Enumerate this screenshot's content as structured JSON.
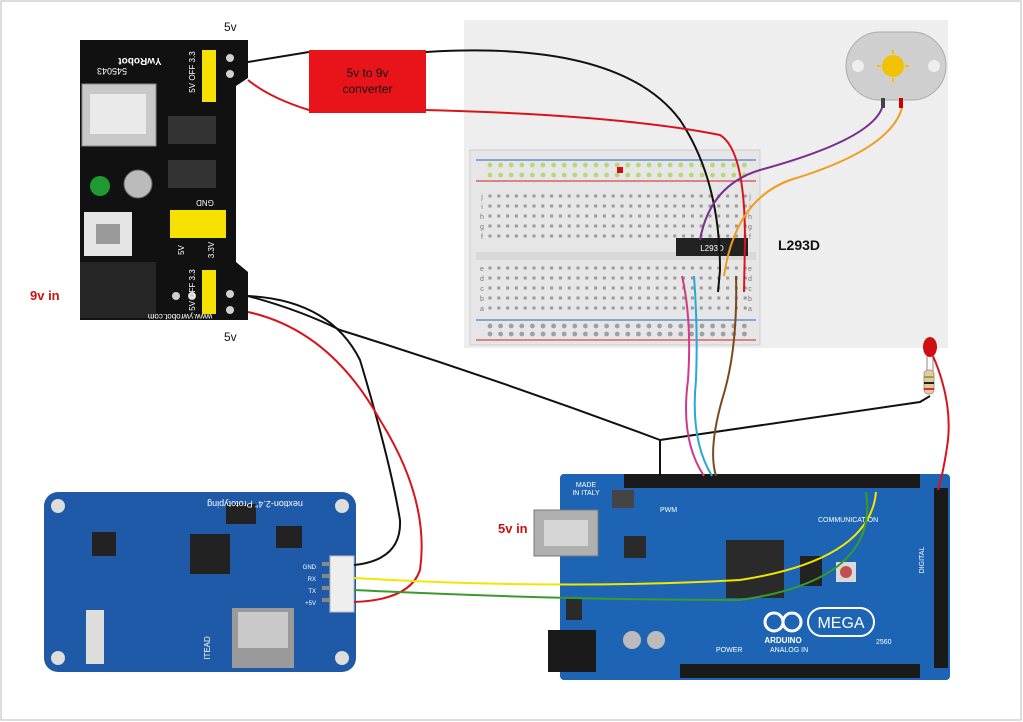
{
  "labels": {
    "psu_top_5v": "5v",
    "psu_bottom_5v": "5v",
    "psu_input": "9v in",
    "converter_line1": "5v to 9v",
    "converter_line2": "converter",
    "driver_chip": "L293D",
    "mega_input": "5v in"
  },
  "power_module": {
    "brand": "YwRobot",
    "model": "545043",
    "rail_top": "5V OFF 3.3",
    "rail_bottom": "5V OFF 3.3",
    "gnd": "GND",
    "pin_5v": "5V",
    "pin_33": "3.3V",
    "url": "www.ywrobot.com"
  },
  "breadboard": {
    "chip_text": "L293D",
    "row_letters_top": [
      "j",
      "i",
      "h",
      "g",
      "f"
    ],
    "row_letters_bottom": [
      "e",
      "d",
      "c",
      "b",
      "a"
    ]
  },
  "nextion": {
    "title": "nextion-2.4\" Prototyping",
    "brand": "ITEAD",
    "pins": [
      "GND",
      "RX",
      "TX",
      "+5V"
    ]
  },
  "arduino": {
    "made_in_line1": "MADE",
    "made_in_line2": "IN ITALY",
    "logo": "ARDUINO",
    "model": "MEGA",
    "model_no": "2560",
    "pwm": "PWM",
    "communication": "COMMUNICATION",
    "power": "POWER",
    "analog_in": "ANALOG IN",
    "digital": "DIGITAL"
  },
  "colors": {
    "wire_black": "#111111",
    "wire_red": "#d8141a",
    "wire_yellow": "#f2e600",
    "wire_green": "#3a9a2a",
    "wire_purple": "#7a2f8c",
    "wire_orange": "#f29a1a",
    "wire_pink": "#d03a8a",
    "wire_cyan": "#29a8d8",
    "wire_brown": "#7a4a1e",
    "board_blue": "#1e5aa8",
    "converter_red": "#e8141a"
  }
}
